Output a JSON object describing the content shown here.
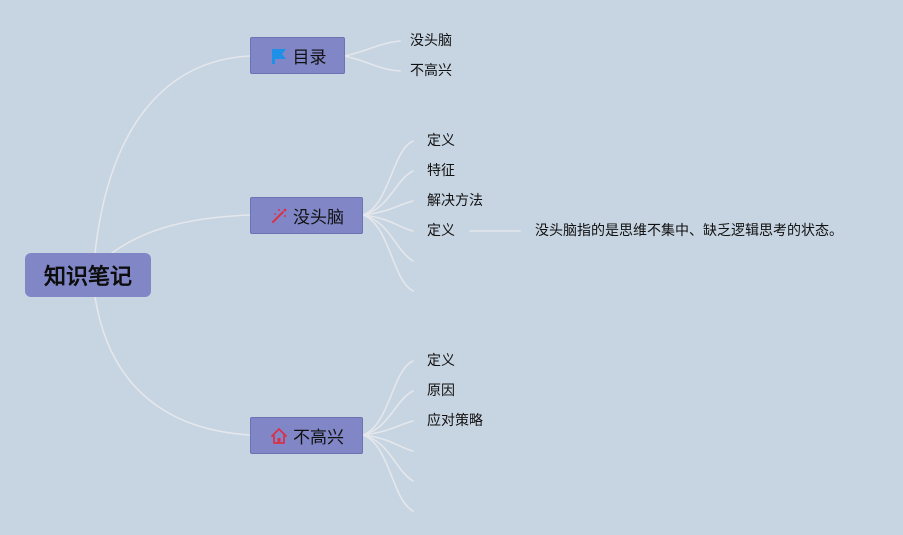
{
  "root": {
    "label": "知识笔记"
  },
  "branches": {
    "mulu": {
      "label": "目录",
      "icon": "flag-icon",
      "icon_color": "#1e90e8",
      "children": [
        "没头脑",
        "不高兴"
      ]
    },
    "meitounao": {
      "label": "没头脑",
      "icon": "magic-wand-icon",
      "icon_color": "#d8324a",
      "children": [
        "定义",
        "特征",
        "解决方法",
        "定义"
      ],
      "detail": "没头脑指的是思维不集中、缺乏逻辑思考的状态。"
    },
    "bugaoxing": {
      "label": "不高兴",
      "icon": "home-icon",
      "icon_color": "#d8324a",
      "children": [
        "定义",
        "原因",
        "应对策略"
      ]
    }
  },
  "colors": {
    "background": "#c7d4e1",
    "node_fill": "#8086c6",
    "connector": "#e6e9ee"
  }
}
